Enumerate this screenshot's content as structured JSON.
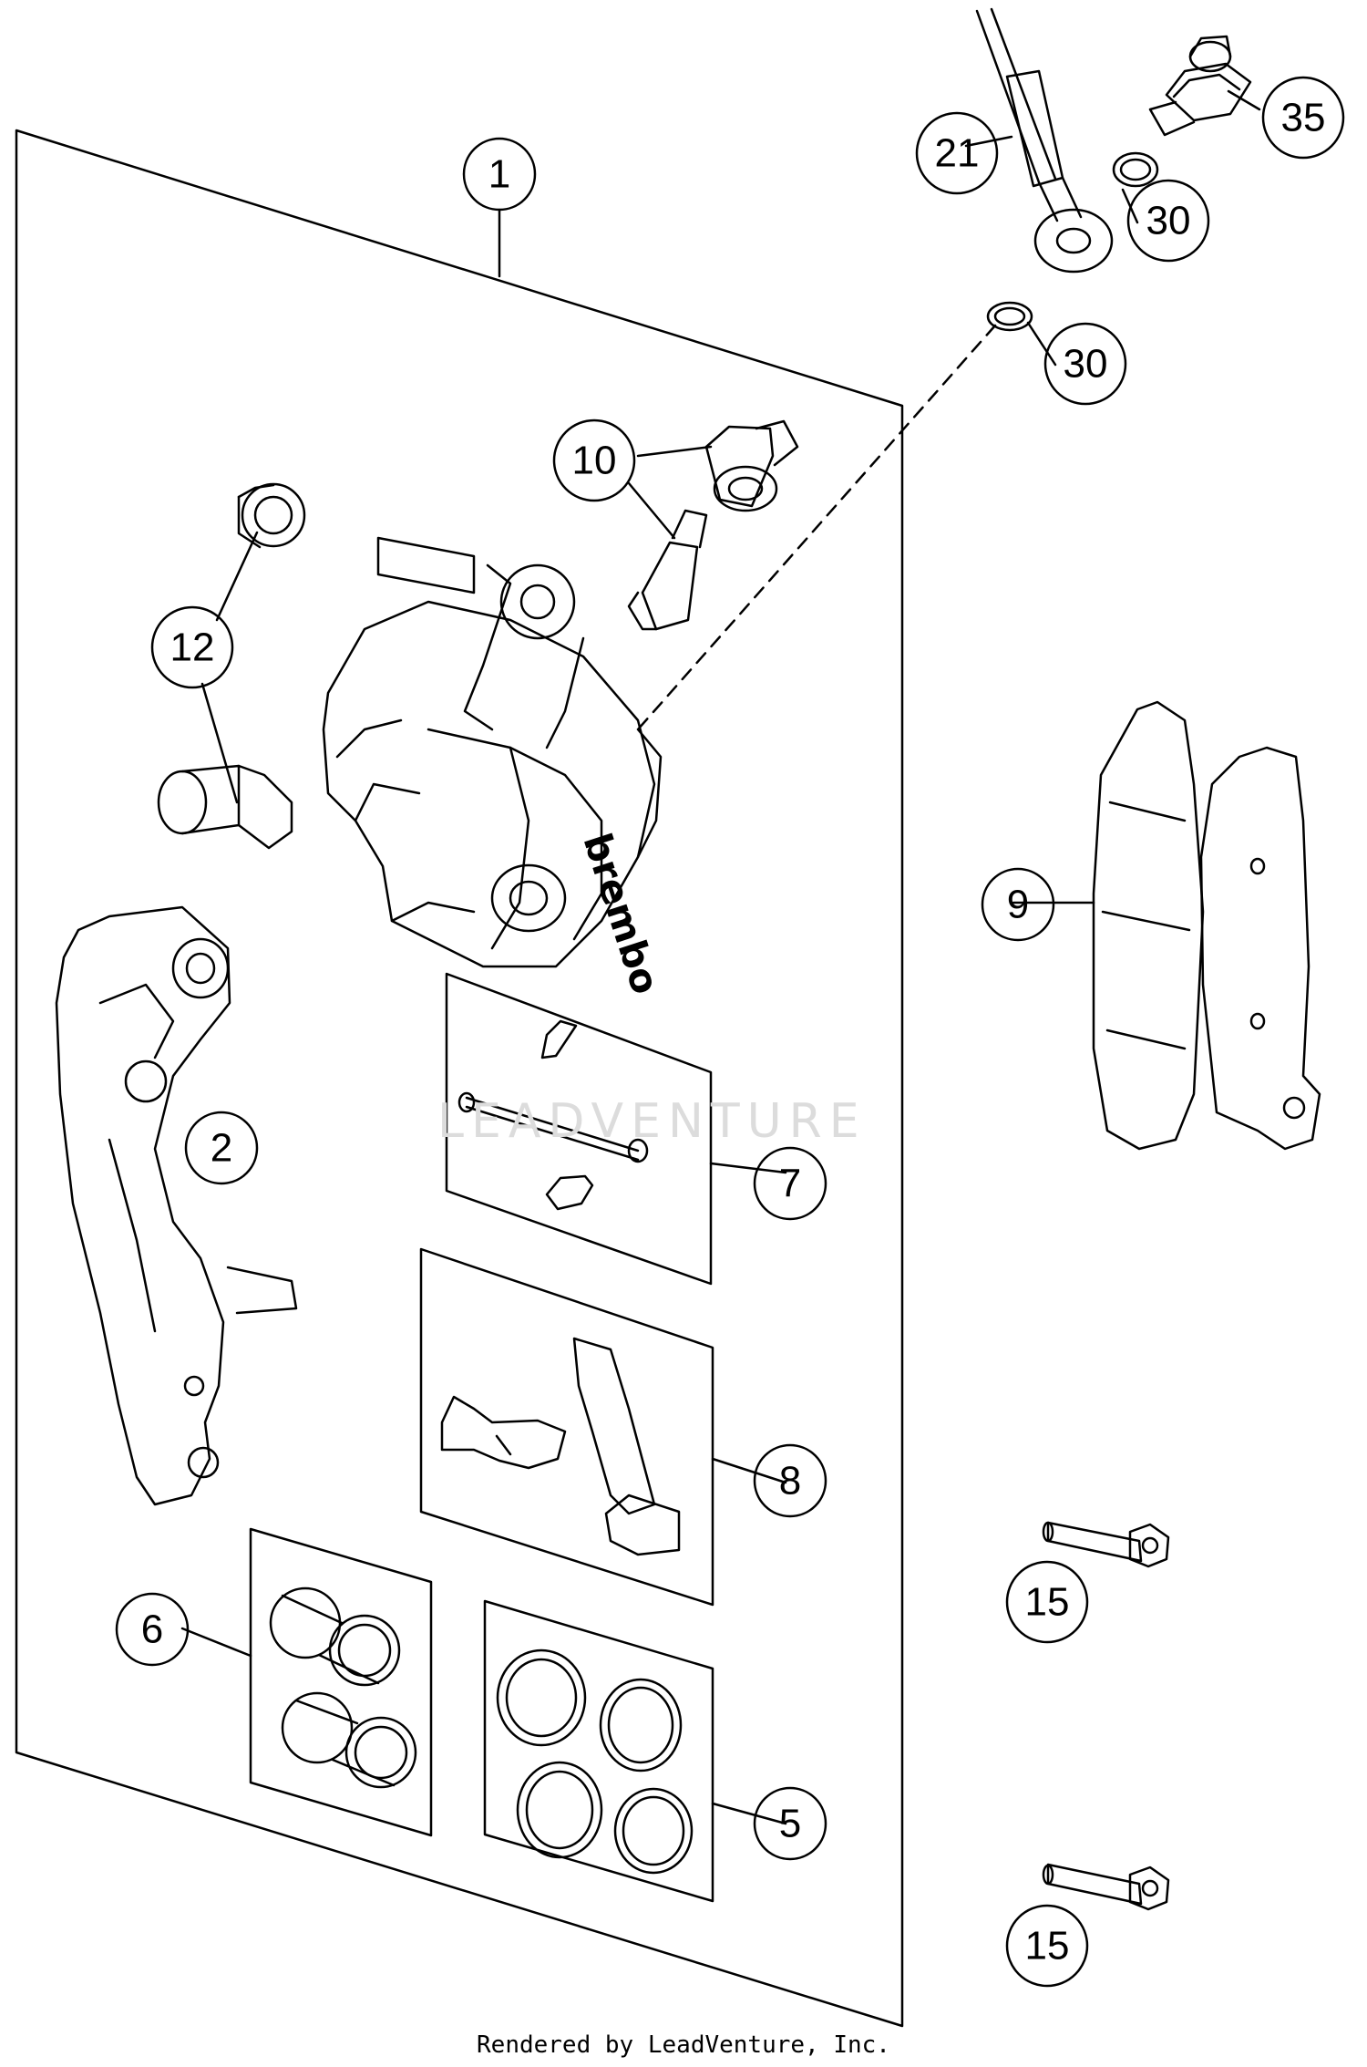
{
  "callouts": [
    {
      "id": "1",
      "label": "1"
    },
    {
      "id": "2",
      "label": "2"
    },
    {
      "id": "5",
      "label": "5"
    },
    {
      "id": "6",
      "label": "6"
    },
    {
      "id": "7",
      "label": "7"
    },
    {
      "id": "8",
      "label": "8"
    },
    {
      "id": "9",
      "label": "9"
    },
    {
      "id": "10",
      "label": "10"
    },
    {
      "id": "12",
      "label": "12"
    },
    {
      "id": "15a",
      "label": "15"
    },
    {
      "id": "15b",
      "label": "15"
    },
    {
      "id": "21",
      "label": "21"
    },
    {
      "id": "30a",
      "label": "30"
    },
    {
      "id": "30b",
      "label": "30"
    },
    {
      "id": "35",
      "label": "35"
    }
  ],
  "caliper_logo": "brembo",
  "watermark": "LEADVENTURE",
  "footer": "Rendered by LeadVenture, Inc."
}
